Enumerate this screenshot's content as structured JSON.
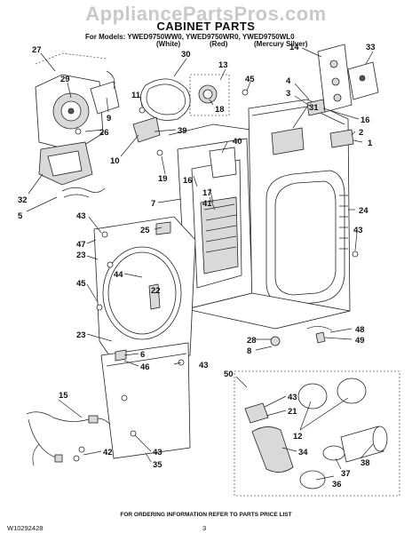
{
  "watermark": "AppliancePartsPros.com",
  "title": "CABINET PARTS",
  "models_line": "For Models: YWED9750WW0, YWED9750WR0, YWED9750WL0",
  "colors": [
    "(White)",
    "(Red)",
    "(Mercury Silver)"
  ],
  "footer_note": "FOR ORDERING INFORMATION REFER TO PARTS PRICE LIST",
  "doc_number": "W10292428",
  "page_number": "3",
  "callouts": {
    "c27": "27",
    "c29": "29",
    "c9": "9",
    "c26": "26",
    "c10": "10",
    "c32": "32",
    "c5": "5",
    "c30": "30",
    "c13": "13",
    "c11": "11",
    "c18": "18",
    "c45a": "45",
    "c39": "39",
    "c19": "19",
    "c40": "40",
    "c16a": "16",
    "c17": "17",
    "c41": "41",
    "c7": "7",
    "c25": "25",
    "c43a": "43",
    "c47": "47",
    "c23a": "23",
    "c45b": "45",
    "c44": "44",
    "c22": "22",
    "c23b": "23",
    "c6": "6",
    "c46": "46",
    "c43b": "43",
    "c28": "28",
    "c8": "8",
    "c14": "14",
    "c33": "33",
    "c4": "4",
    "c3": "3",
    "c31": "31",
    "c16b": "16",
    "c2": "2",
    "c1": "1",
    "c24": "24",
    "c43c": "43",
    "c48": "48",
    "c49": "49",
    "c50": "50",
    "c43d": "43",
    "c21": "21",
    "c12": "12",
    "c34": "34",
    "c38": "38",
    "c37": "37",
    "c36": "36",
    "c15": "15",
    "c42": "42",
    "c43e": "43",
    "c35": "35"
  }
}
